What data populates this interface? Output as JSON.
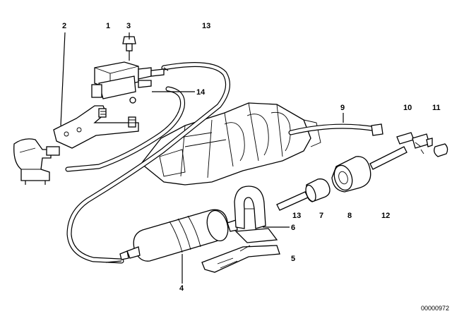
{
  "callouts": {
    "c1": "1",
    "c2": "2",
    "c3": "3",
    "c4": "4",
    "c5": "5",
    "c6": "6",
    "c7": "7",
    "c8": "8",
    "c9": "9",
    "c10": "10",
    "c11": "11",
    "c12": "12",
    "c13_top": "13",
    "c13_mid": "13",
    "c14": "14"
  },
  "document_id": "00000972"
}
